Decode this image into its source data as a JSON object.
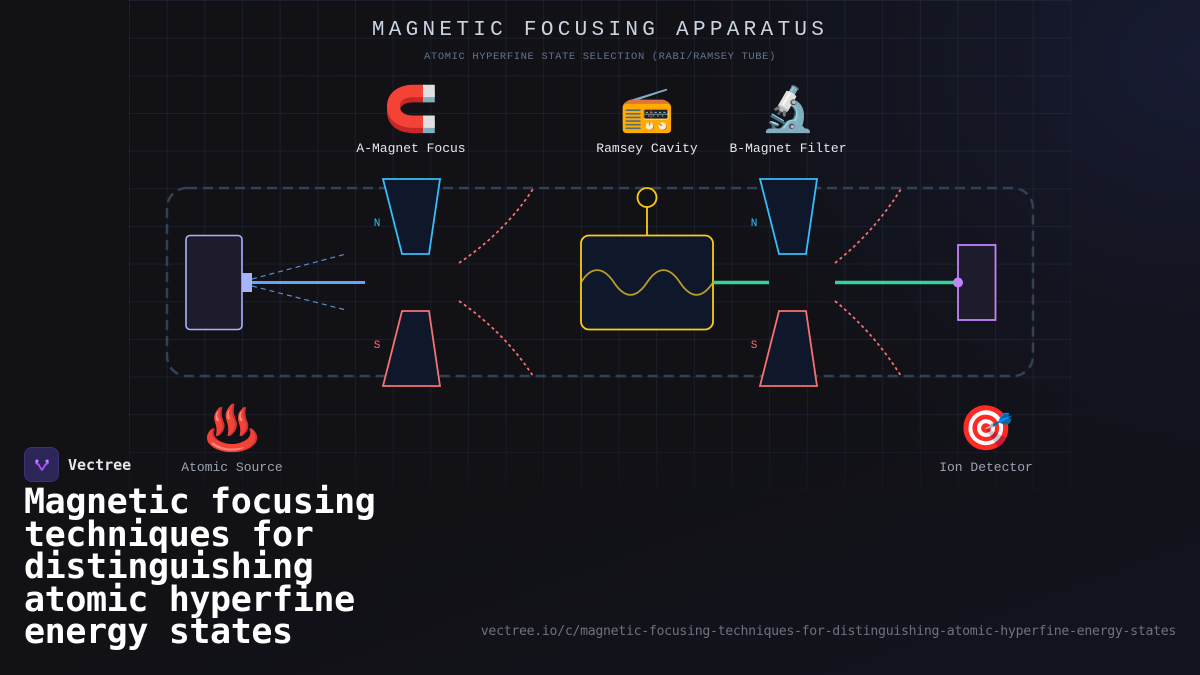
{
  "header": {
    "title": "MAGNETIC FOCUSING APPARATUS",
    "subtitle": "ATOMIC HYPERFINE STATE SELECTION (RABI/RAMSEY TUBE)"
  },
  "nodes": {
    "a_magnet": {
      "label": "A-Magnet Focus",
      "icon": "magnet-icon",
      "emoji": "🧲"
    },
    "ramsey": {
      "label": "Ramsey Cavity",
      "icon": "radio-icon",
      "emoji": "📻"
    },
    "b_magnet": {
      "label": "B-Magnet Filter",
      "icon": "microscope-icon",
      "emoji": "🔬"
    },
    "source": {
      "label": "Atomic Source",
      "icon": "hot-springs-icon",
      "emoji": "♨️"
    },
    "detector": {
      "label": "Ion Detector",
      "icon": "bullseye-icon",
      "emoji": "🎯"
    }
  },
  "magnets": {
    "north_label": "N",
    "south_label": "S"
  },
  "colors": {
    "north": "#38bdf8",
    "south": "#f87171",
    "source": "#a5b4fc",
    "beam": "#60a5fa",
    "selected_beam": "#34d399",
    "cavity": "#facc15",
    "detector": "#c084fc",
    "enclosure": "#334155",
    "deflected": "#f87171"
  },
  "brand": {
    "name": "Vectree"
  },
  "headline": "Magnetic focusing techniques for distinguishing atomic hyperfine energy states",
  "footer": {
    "url": "vectree.io/c/magnetic-focusing-techniques-for-distinguishing-atomic-hyperfine-energy-states"
  }
}
